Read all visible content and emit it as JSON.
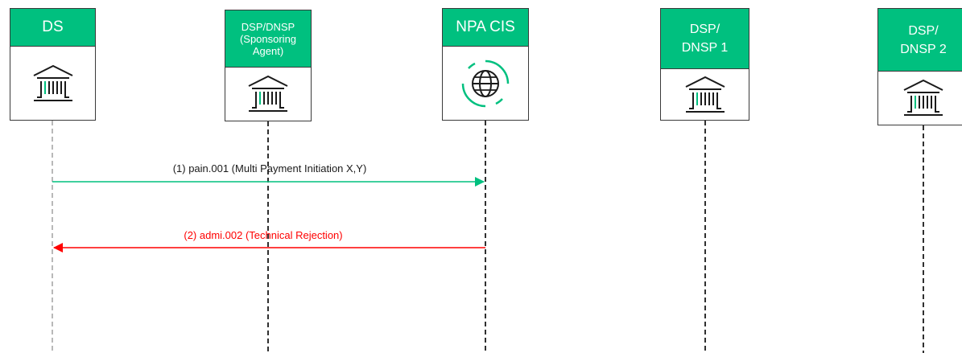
{
  "actors": [
    {
      "label": "DS",
      "icon": "bank-icon"
    },
    {
      "label": "DSP/DNSP (Sponsoring Agent)",
      "line1": "DSP/DNSP",
      "line2": "(Sponsoring",
      "line3": "Agent)",
      "icon": "bank-icon"
    },
    {
      "label": "NPA CIS",
      "icon": "globe-icon"
    },
    {
      "label": "DSP/ DNSP 1",
      "line1": "DSP/",
      "line2": "DNSP 1",
      "icon": "bank-icon"
    },
    {
      "label": "DSP/ DNSP 2",
      "line1": "DSP/",
      "line2": "DNSP 2",
      "icon": "bank-icon"
    }
  ],
  "messages": [
    {
      "label": "(1) pain.001 (Multi Payment Initiation X,Y)",
      "from": "DS",
      "to": "NPA CIS",
      "color": "#00c07f"
    },
    {
      "label": "(2) admi.002 (Technical Rejection)",
      "from": "NPA CIS",
      "to": "DS",
      "color": "#ff0000"
    }
  ],
  "colors": {
    "accent": "#00c07f",
    "error": "#ff0000",
    "line": "#3a3a3a"
  }
}
